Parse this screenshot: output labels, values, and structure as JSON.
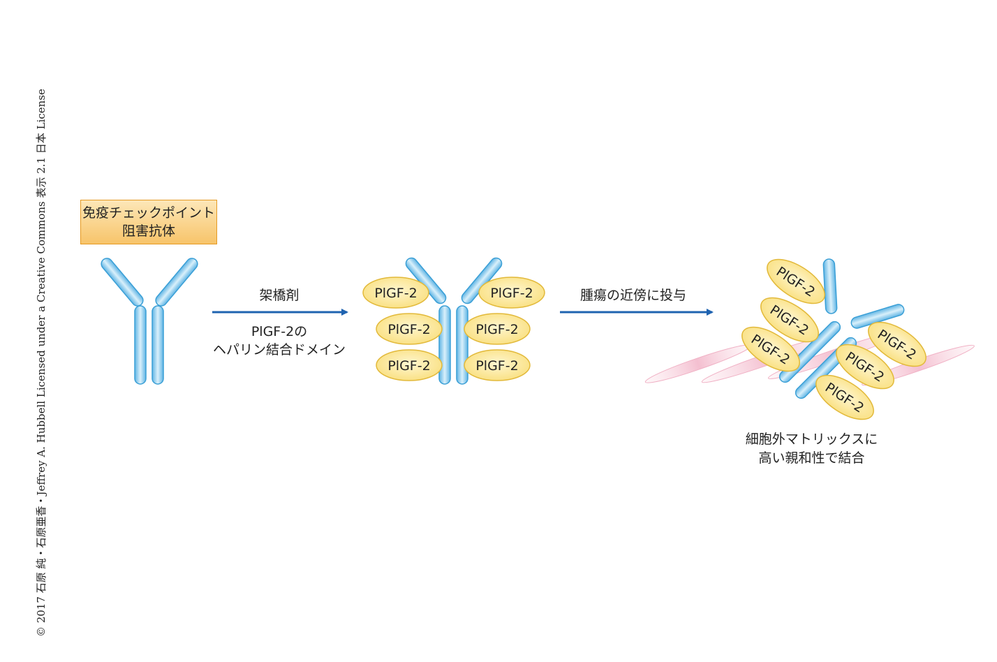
{
  "copyright": "© 2017 石原 純・石原亜香・Jeffrey A. Hubbell Licensed under a Creative Commons 表示 2.1 日本 License",
  "antibody_label": {
    "line1": "免疫チェックポイント",
    "line2": "阻害抗体"
  },
  "step1": {
    "above": "架橋剤",
    "below_line1": "PlGF-2の",
    "below_line2": "ヘパリン結合ドメイン"
  },
  "step2": {
    "above": "腫瘍の近傍に投与"
  },
  "result": {
    "line1": "細胞外マトリックスに",
    "line2": "高い親和性で結合"
  },
  "domain_label": "PlGF-2",
  "colors": {
    "antibody": "#7cc4ea",
    "antibody_stroke": "#3a9fd6",
    "domain_fill": "#fbe99a",
    "domain_stroke": "#e2b93a",
    "matrix_fiber": "#f6c8d6",
    "arrow": "#1f63b0",
    "label_border": "#e59a23"
  }
}
